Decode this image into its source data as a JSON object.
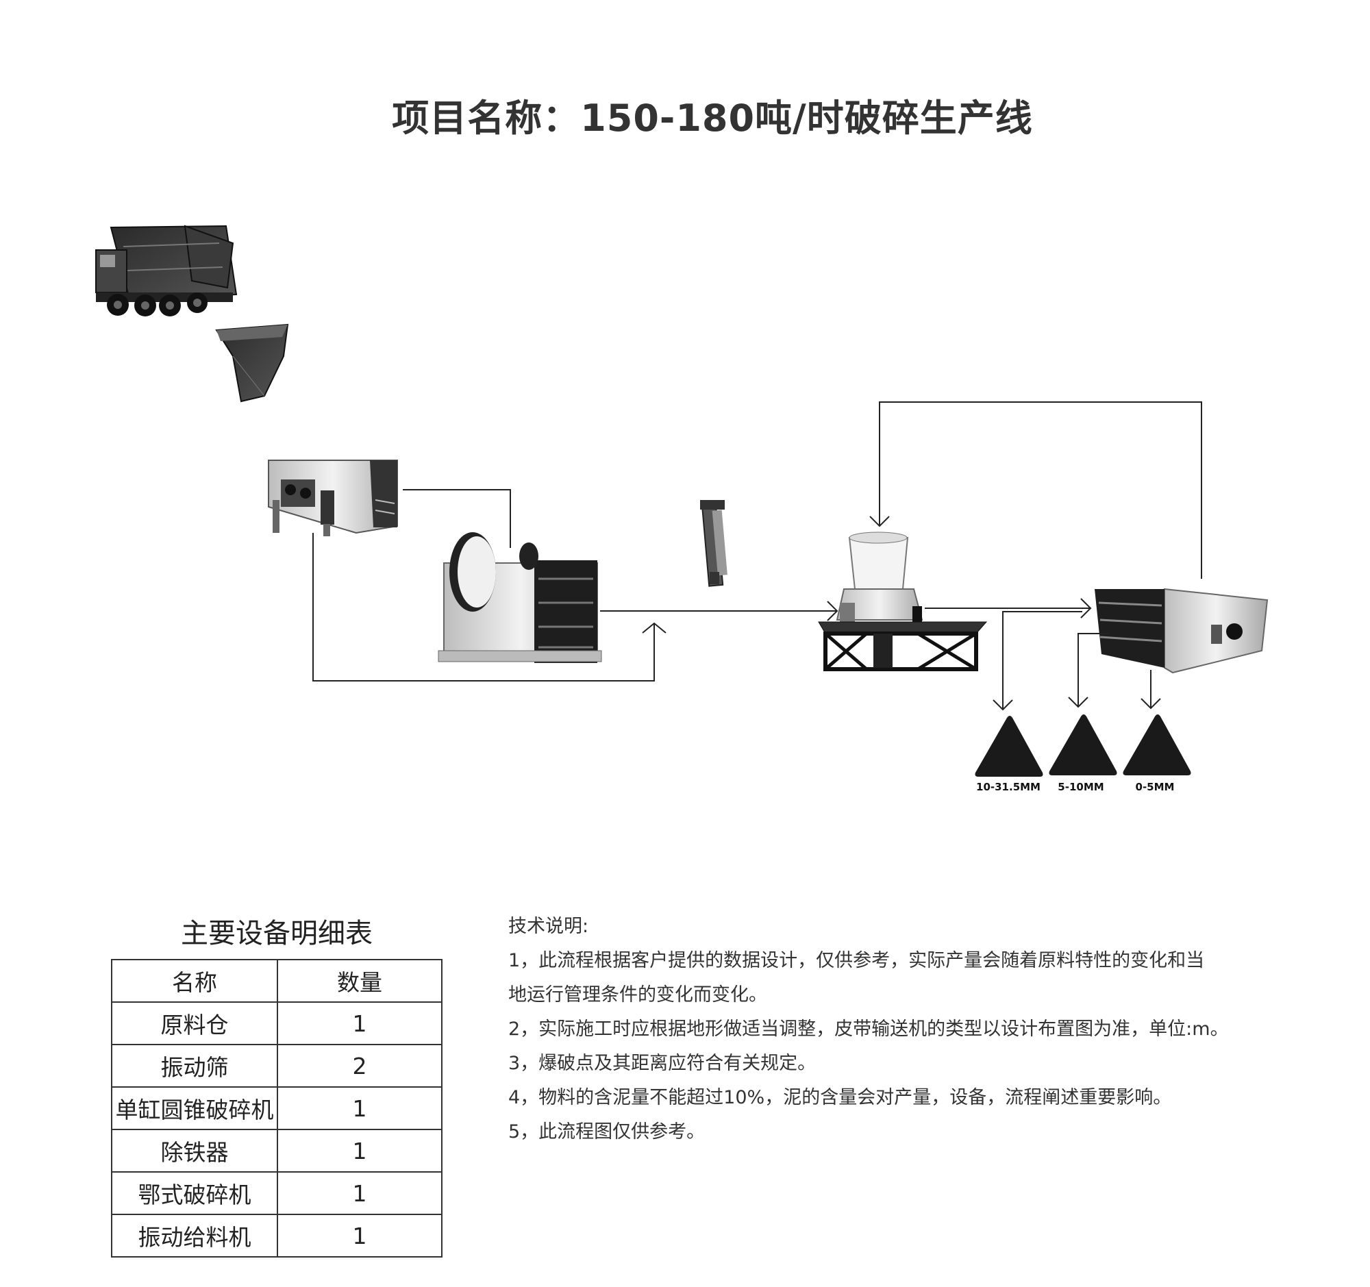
{
  "title": "项目名称：150-180吨/时破碎生产线",
  "products": [
    {
      "label": "10-31.5MM"
    },
    {
      "label": "5-10MM"
    },
    {
      "label": "0-5MM"
    }
  ],
  "equipment_table": {
    "title": "主要设备明细表",
    "headers": [
      "名称",
      "数量"
    ],
    "rows": [
      {
        "name": "原料仓",
        "qty": "1"
      },
      {
        "name": "振动筛",
        "qty": "2"
      },
      {
        "name": "单缸圆锥破碎机",
        "qty": "1"
      },
      {
        "name": "除铁器",
        "qty": "1"
      },
      {
        "name": "鄂式破碎机",
        "qty": "1"
      },
      {
        "name": "振动给料机",
        "qty": "1"
      }
    ]
  },
  "notes": {
    "heading": "技术说明:",
    "lines": [
      "1，此流程根据客户提供的数据设计，仅供参考，实际产量会随着原料特性的变化和当",
      "地运行管理条件的变化而变化。",
      "2，实际施工时应根据地形做适当调整，皮带输送机的类型以设计布置图为准，单位:m。",
      "3，爆破点及其距离应符合有关规定。",
      "4，物料的含泥量不能超过10%，泥的含量会对产量，设备，流程阐述重要影响。",
      "5，此流程图仅供参考。"
    ]
  }
}
